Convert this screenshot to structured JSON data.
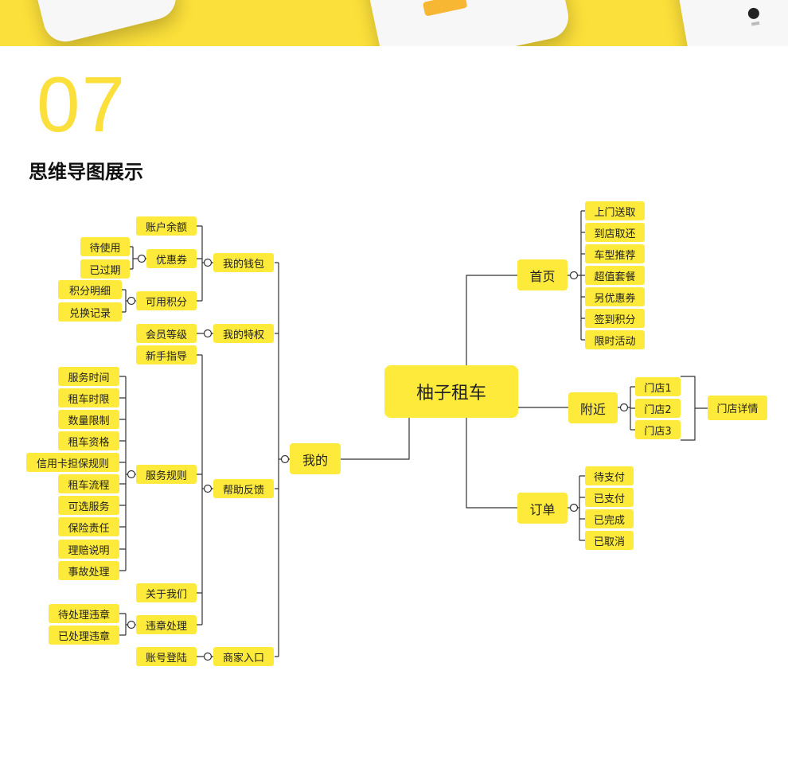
{
  "header": {
    "section_number": "07",
    "section_title": "思维导图展示"
  },
  "mindmap": {
    "root": "柚子租车",
    "home": {
      "label": "首页",
      "children": [
        "上门送取",
        "到店取还",
        "车型推荐",
        "超值套餐",
        "另优惠券",
        "签到积分",
        "限时活动"
      ]
    },
    "nearby": {
      "label": "附近",
      "stores": [
        "门店1",
        "门店2",
        "门店3"
      ],
      "detail": "门店详情"
    },
    "order": {
      "label": "订单",
      "children": [
        "待支付",
        "已支付",
        "已完成",
        "已取消"
      ]
    },
    "mine": {
      "label": "我的",
      "wallet": {
        "label": "我的钱包",
        "balance": "账户余额",
        "coupon": {
          "label": "优惠券",
          "children": [
            "待使用",
            "已过期"
          ]
        },
        "points": {
          "label": "可用积分",
          "children": [
            "积分明细",
            "兑换记录"
          ]
        }
      },
      "privilege": {
        "label": "我的特权",
        "level": "会员等级"
      },
      "help": {
        "label": "帮助反馈",
        "guide": "新手指导",
        "rules": {
          "label": "服务规则",
          "children": [
            "服务时间",
            "租车时限",
            "数量限制",
            "租车资格",
            "信用卡担保规则",
            "租车流程",
            "可选服务",
            "保险责任",
            "理赔说明",
            "事故处理"
          ]
        },
        "about": "关于我们",
        "violation": {
          "label": "违章处理",
          "children": [
            "待处理违章",
            "已处理违章"
          ]
        }
      },
      "merchant": {
        "label": "商家入口",
        "login": "账号登陆"
      }
    }
  },
  "colors": {
    "accent": "#fbdf3a",
    "node": "#fdea3a",
    "line": "#333333"
  }
}
